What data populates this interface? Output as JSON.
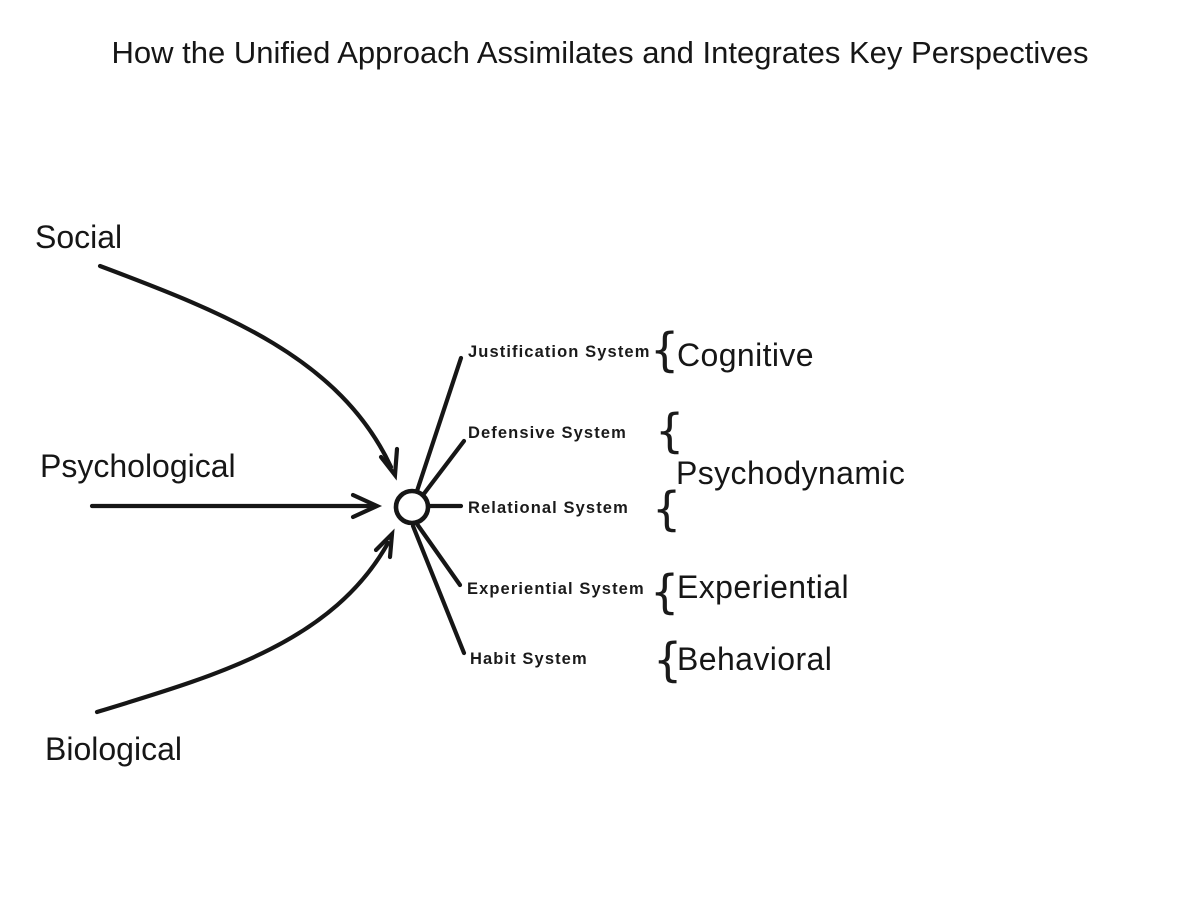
{
  "title": "How the Unified Approach Assimilates and Integrates Key Perspectives",
  "diagram": {
    "inputs": [
      {
        "label": "Social"
      },
      {
        "label": "Psychological"
      },
      {
        "label": "Biological"
      }
    ],
    "systems": [
      {
        "label": "Justification System"
      },
      {
        "label": "Defensive System"
      },
      {
        "label": "Relational System"
      },
      {
        "label": "Experiential System"
      },
      {
        "label": "Habit System"
      }
    ],
    "perspectives": [
      {
        "label": "Cognitive"
      },
      {
        "label": "Psychodynamic"
      },
      {
        "label": "Experiential"
      },
      {
        "label": "Behavioral"
      }
    ],
    "brace_glyph": "{",
    "colors": {
      "ink": "#161616",
      "background": "#ffffff"
    }
  }
}
